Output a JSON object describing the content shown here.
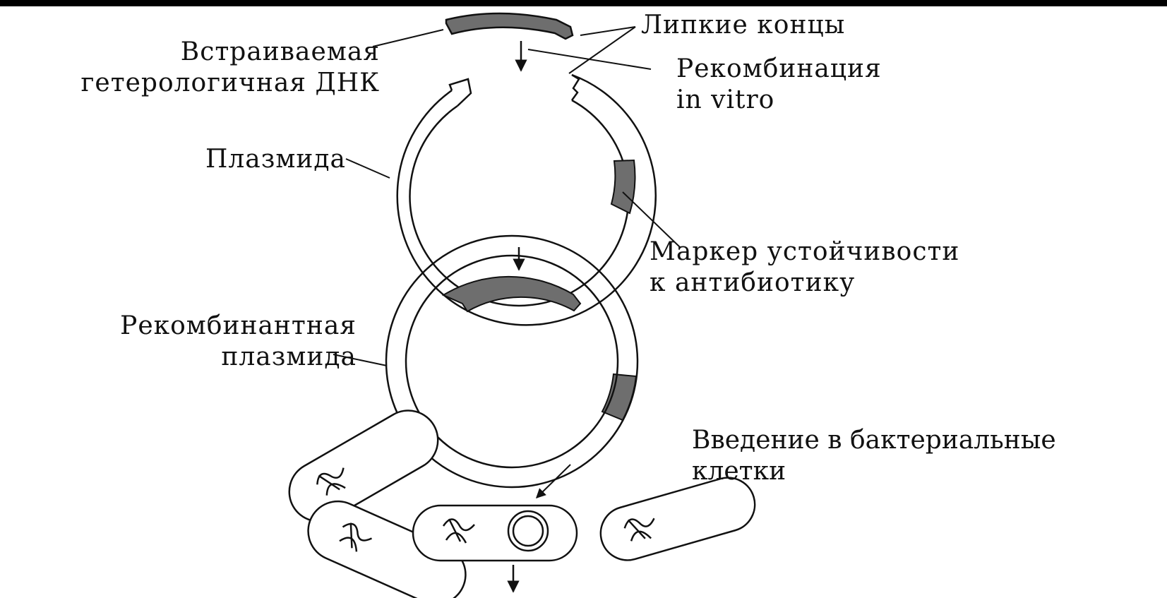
{
  "labels": {
    "insert_dna": [
      "Встраиваемая",
      "гетерологичная ДНК"
    ],
    "sticky_ends": "Липкие концы",
    "recombination": [
      "Рекомбинация",
      "in vitro"
    ],
    "plasmid": "Плазмида",
    "marker": [
      "Маркер устойчивости",
      "к антибиотику"
    ],
    "recombinant_plasmid": [
      "Рекомбинантная",
      "плазмида"
    ],
    "introduction": [
      "Введение в бактериальные",
      "клетки"
    ]
  },
  "colors": {
    "stroke": "#111111",
    "fill_gray": "#6e6e6e",
    "frame": "#000000"
  }
}
